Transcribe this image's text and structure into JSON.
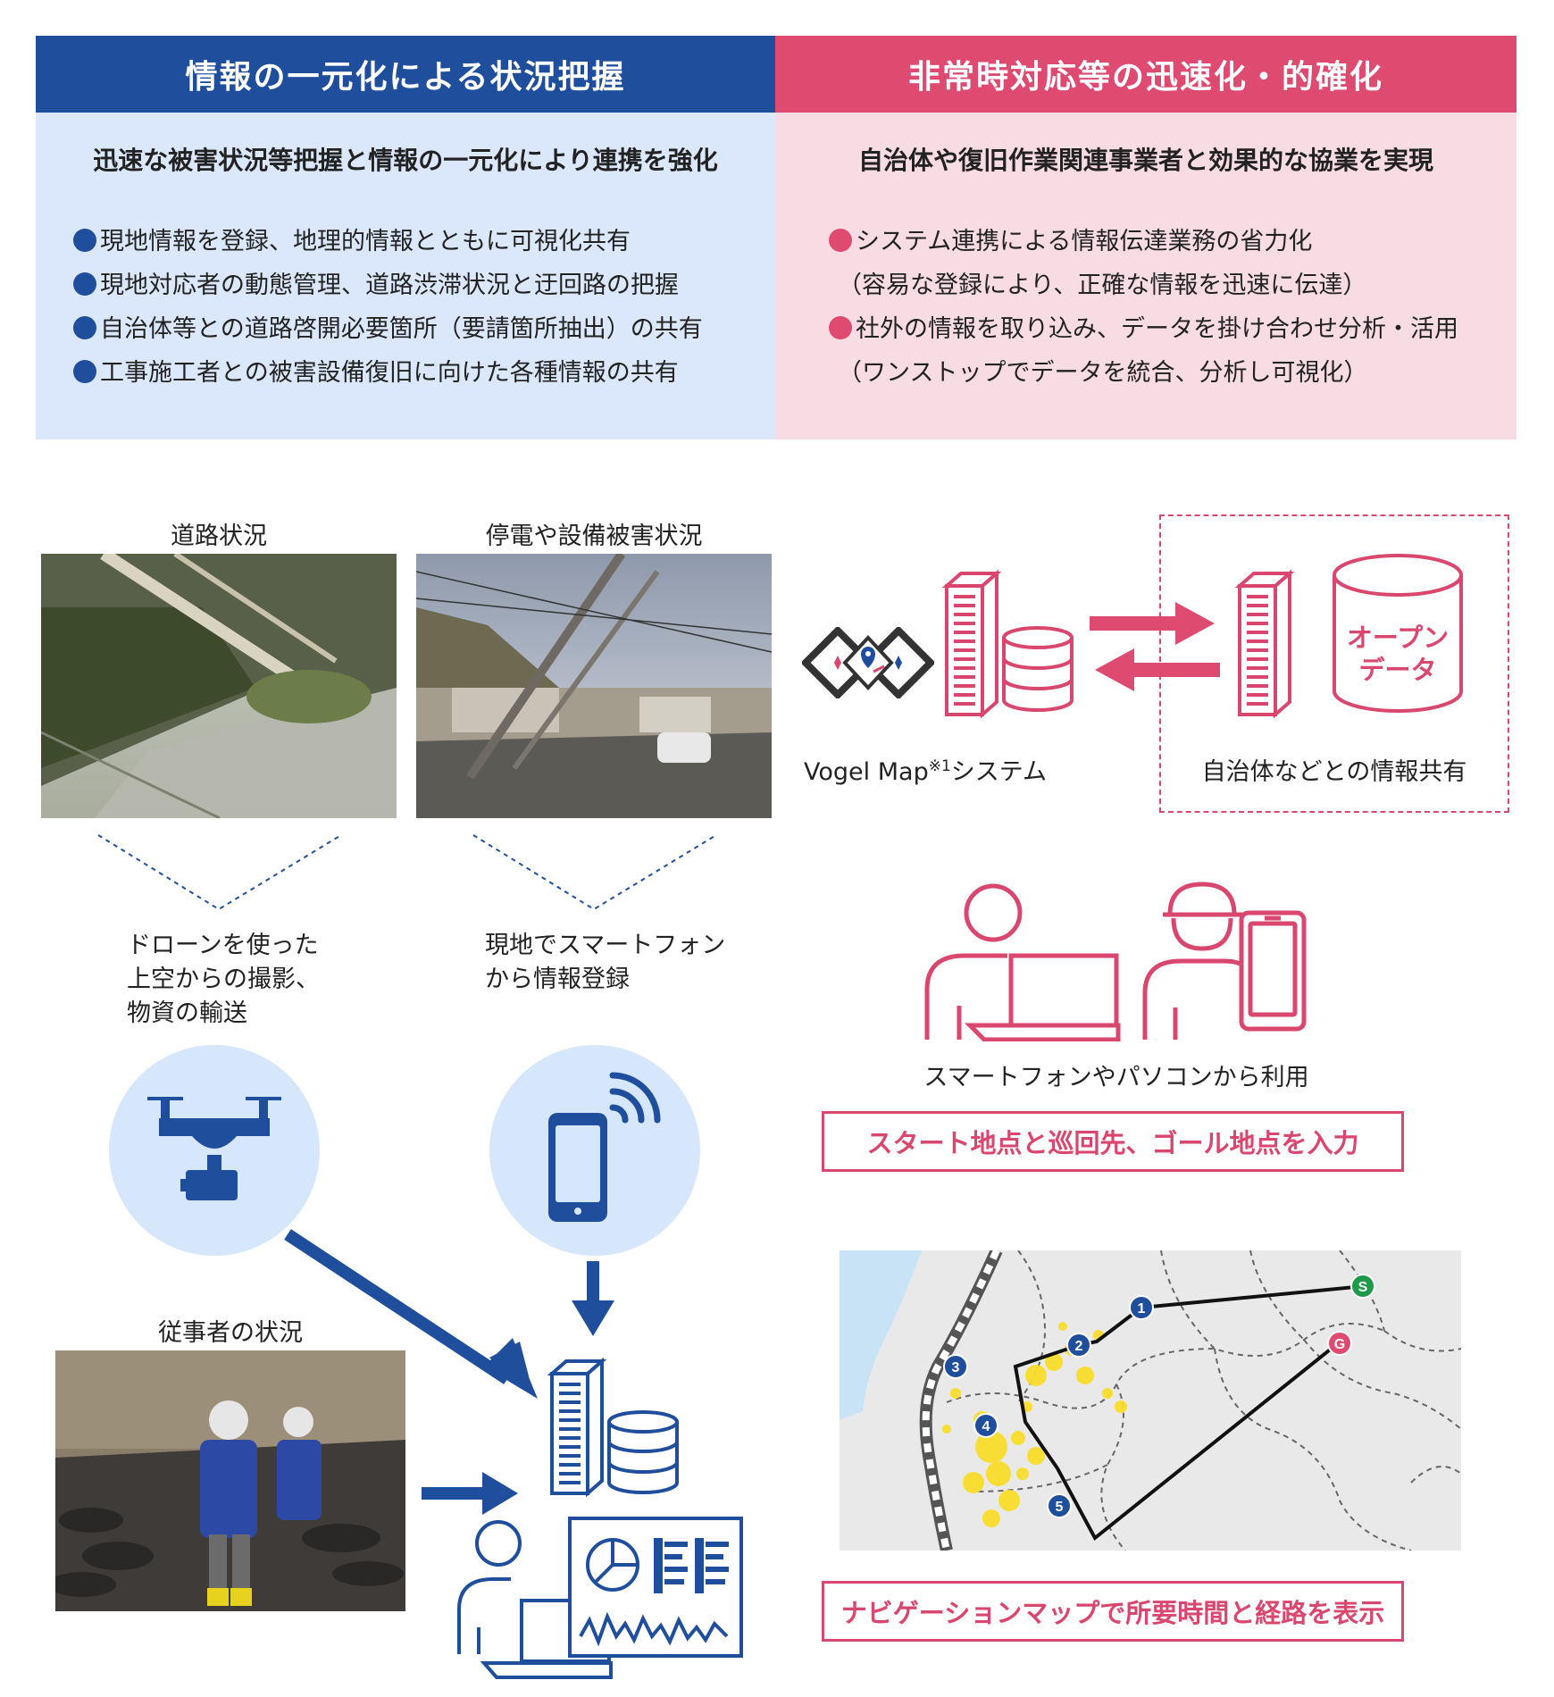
{
  "left_panel": {
    "header": "情報の一元化による状況把握",
    "subtitle": "迅速な被害状況等把握と情報の一元化により連携を強化",
    "bullets": [
      "現地情報を登録、地理的情報とともに可視化共有",
      "現地対応者の動態管理、道路渋滞状況と迂回路の把握",
      "自治体等との道路啓開必要箇所（要請箇所抽出）の共有",
      "工事施工者との被害設備復旧に向けた各種情報の共有"
    ]
  },
  "right_panel": {
    "header": "非常時対応等の迅速化・的確化",
    "subtitle": "自治体や復旧作業関連事業者と効果的な協業を実現",
    "bullets": [
      "システム連携による情報伝達業務の省力化",
      "（容易な登録により、正確な情報を迅速に伝達）",
      "社外の情報を取り込み、データを掛け合わせ分析・活用",
      "（ワンストップでデータを統合、分析し可視化）"
    ]
  },
  "photos": {
    "road": "道路状況",
    "power": "停電や設備被害状況",
    "workers": "従事者の状況"
  },
  "drone_text": [
    "ドローンを使った",
    "上空からの撮影、",
    "物資の輸送"
  ],
  "phone_text": [
    "現地でスマートフォン",
    "から情報登録"
  ],
  "system": {
    "name": "Vogel Map",
    "sup": "※1",
    "suffix": "システム",
    "share_label": "自治体などとの情報共有",
    "open_data_line1": "オープン",
    "open_data_line2": "データ"
  },
  "usage": {
    "caption": "スマートフォンやパソコンから利用",
    "input_box": "スタート地点と巡回先、ゴール地点を入力",
    "nav_box": "ナビゲーションマップで所要時間と経路を表示"
  },
  "map": {
    "markers": [
      "1",
      "2",
      "3",
      "4",
      "5"
    ],
    "start": "S",
    "goal": "G"
  },
  "colors": {
    "blue_header": "#1f4e9c",
    "blue_panel": "#dbe8fb",
    "pink_header": "#df4a70",
    "pink_panel": "#f7dce4",
    "icon_pink": "#d9466e",
    "icon_blue": "#1f4e9c",
    "circle_blue": "#d6e6fb"
  },
  "icons": [
    "drone-icon",
    "smartphone-icon",
    "server-icon",
    "database-icon",
    "laptop-user-icon",
    "worker-tablet-icon",
    "vogel-map-logo",
    "arrow-icon"
  ]
}
